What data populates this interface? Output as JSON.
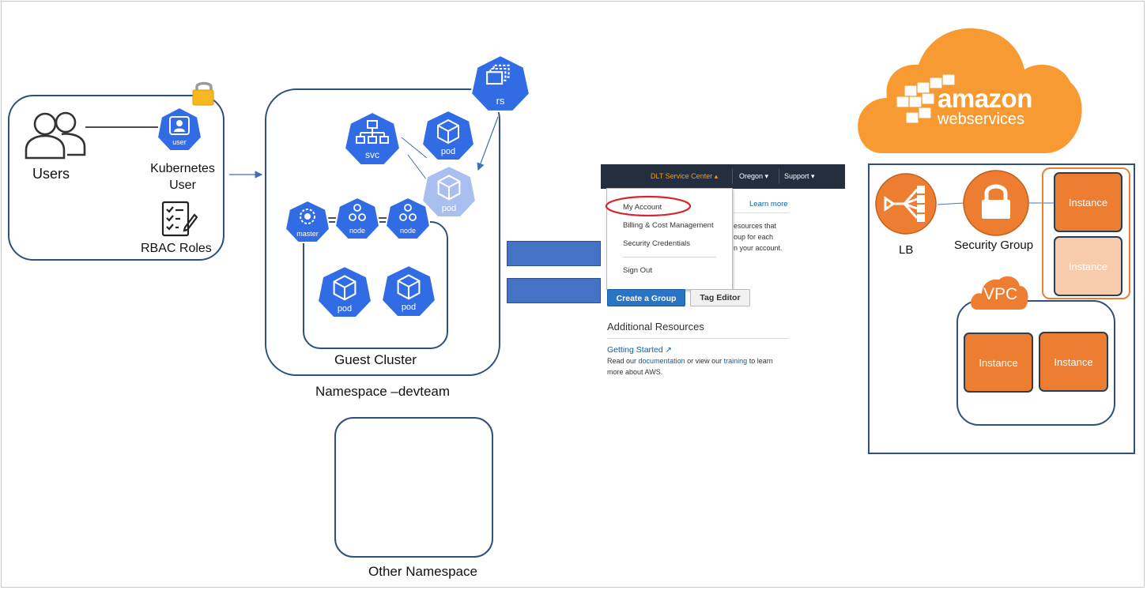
{
  "users_panel": {
    "users_label": "Users",
    "k8s_user_label_line1": "Kubernetes",
    "k8s_user_label_line2": "User",
    "user_icon_text": "user",
    "rbac_label": "RBAC Roles",
    "icons": [
      "users-icon",
      "user-hex-icon",
      "lock-icon",
      "checklist-icon"
    ]
  },
  "cluster": {
    "svc": "svc",
    "pod": "pod",
    "rs": "rs",
    "master": "master",
    "node": "node",
    "guest_cluster_label": "Guest Cluster",
    "namespace_label": "Namespace –devteam",
    "other_namespace_label": "Other Namespace"
  },
  "aws_console": {
    "nav": {
      "service_center": "DLT Service Center ▴",
      "region": "Oregon ▾",
      "support": "Support ▾"
    },
    "menu": {
      "my_account": "My Account",
      "billing": "Billing & Cost Management",
      "security_credentials": "Security Credentials",
      "sign_out": "Sign Out"
    },
    "learn_more": "Learn more",
    "snippets": [
      "esources that",
      "oup for each",
      "n your account."
    ],
    "create_group": "Create a Group",
    "tag_editor": "Tag Editor",
    "additional_resources": "Additional Resources",
    "getting_started": "Getting Started",
    "read_our": "Read our",
    "documentation": "documentation",
    "or_view_our": "or view our",
    "training": "training",
    "to_learn": "to learn",
    "more_about": "more about AWS."
  },
  "aws_arch": {
    "logo_line1": "amazon",
    "logo_line2": "webservices",
    "lb_label": "LB",
    "security_group_label": "Security Group",
    "vpc_label": "VPC",
    "instance_label": "Instance"
  },
  "colors": {
    "k8s_blue": "#326ce5",
    "k8s_faded": "#a9bff0",
    "aws_orange": "#f79a32",
    "instance_orange": "#ed7d31",
    "instance_faded": "#f8cbad",
    "box_border": "#2f4f7f",
    "eq_blue": "#4472c4"
  }
}
